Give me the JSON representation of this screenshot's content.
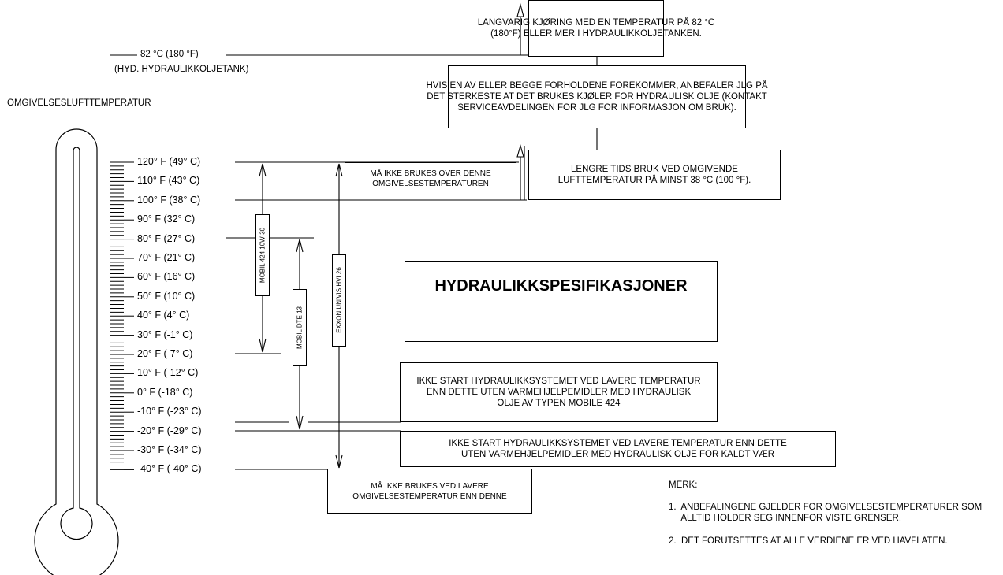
{
  "top_box": {
    "text": "LANGVARIG KJØRING MED EN TEMPERATUR PÅ 82 °C\n(180°F) ELLER MER I HYDRAULIKKOLJETANKEN."
  },
  "hyd_temp": {
    "value": "82 °C (180 °F)",
    "sub": "(HYD. HYDRAULIKKOLJETANK)"
  },
  "ambient_label": "OMGIVELSESLUFTTEMPERATUR",
  "advice_box": {
    "text": "HVIS EN AV ELLER BEGGE FORHOLDENE FOREKOMMER, ANBEFALER JLG PÅ\nDET STERKESTE AT DET BRUKES KJØLER FOR HYDRAULISK OLJE (KONTAKT\nSERVICEAVDELINGEN FOR JLG FOR INFORMASJON OM BRUK)."
  },
  "ambient_box": {
    "text": "LENGRE TIDS BRUK VED OMGIVENDE\nLUFTTEMPERATUR PÅ MINST 38 °C (100 °F)."
  },
  "not_above_box": {
    "text": "MÅ IKKE BRUKES OVER DENNE\nOMGIVELSESTEMPERATUREN"
  },
  "title_box": {
    "text": "HYDRAULIKKSPESIFIKASJONER"
  },
  "no_start_424_box": {
    "text": "IKKE START HYDRAULIKKSYSTEMET VED LAVERE TEMPERATUR\nENN DETTE UTEN VARMEHJELPEMIDLER MED HYDRAULISK\nOLJE AV TYPEN MOBILE 424"
  },
  "no_start_cold_box": {
    "text": "IKKE START HYDRAULIKKSYSTEMET VED LAVERE TEMPERATUR ENN DETTE\nUTEN VARMEHJELPEMIDLER MED HYDRAULISK OLJE FOR KALDT VÆR"
  },
  "not_below_box": {
    "text": "MÅ IKKE BRUKES VED LAVERE\nOMGIVELSESTEMPERATUR ENN DENNE"
  },
  "oils": {
    "mobil424": "MOBIL 424 10W-30",
    "dte13": "MOBIL DTE 13",
    "exxon": "EXXON UNIVIS HVI 26"
  },
  "scale_labels": [
    "120° F (49° C)",
    "110° F (43° C)",
    "100° F (38° C)",
    "90° F (32° C)",
    "80° F (27° C)",
    "70° F (21° C)",
    "60° F (16° C)",
    "50° F (10° C)",
    "40° F (4° C)",
    "30° F (-1° C)",
    "20° F (-7° C)",
    "10° F (-12° C)",
    "0° F (-18° C)",
    "-10° F (-23° C)",
    "-20° F (-29° C)",
    "-30° F (-34° C)",
    "-40° F (-40° C)"
  ],
  "notes": {
    "heading": "MERK:",
    "items": [
      "1.  ANBEFALINGENE GJELDER FOR OMGIVELSESTEMPERATURER SOM\n     ALLTID HOLDER SEG INNENFOR VISTE GRENSER.",
      "2.  DET FORUTSETTES AT ALLE VERDIENE ER VED HAVFLATEN."
    ]
  }
}
